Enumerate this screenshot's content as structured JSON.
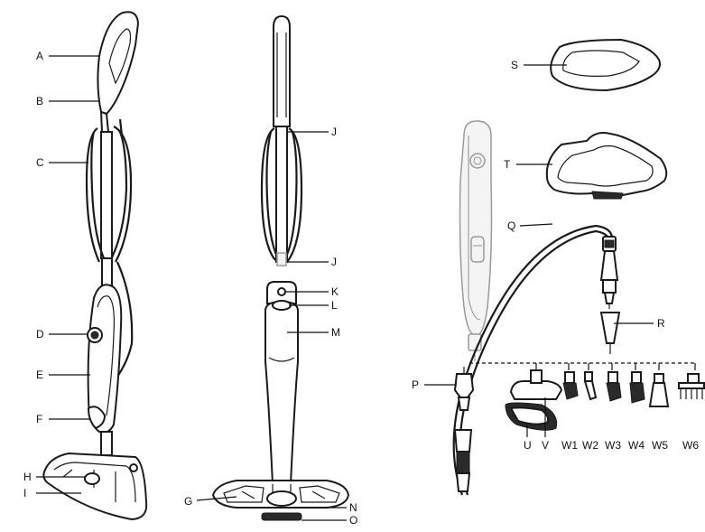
{
  "labels": {
    "A": "A",
    "B": "B",
    "C": "C",
    "D": "D",
    "E": "E",
    "F": "F",
    "H": "H",
    "I": "I",
    "G": "G",
    "J1": "J",
    "J2": "J",
    "K": "K",
    "L": "L",
    "M": "M",
    "N": "N",
    "O": "O",
    "S": "S",
    "T": "T",
    "Q": "Q",
    "R": "R",
    "P": "P",
    "U": "U",
    "V": "V",
    "W1": "W1",
    "W2": "W2",
    "W3": "W3",
    "W4": "W4",
    "W5": "W5",
    "W6": "W6"
  }
}
